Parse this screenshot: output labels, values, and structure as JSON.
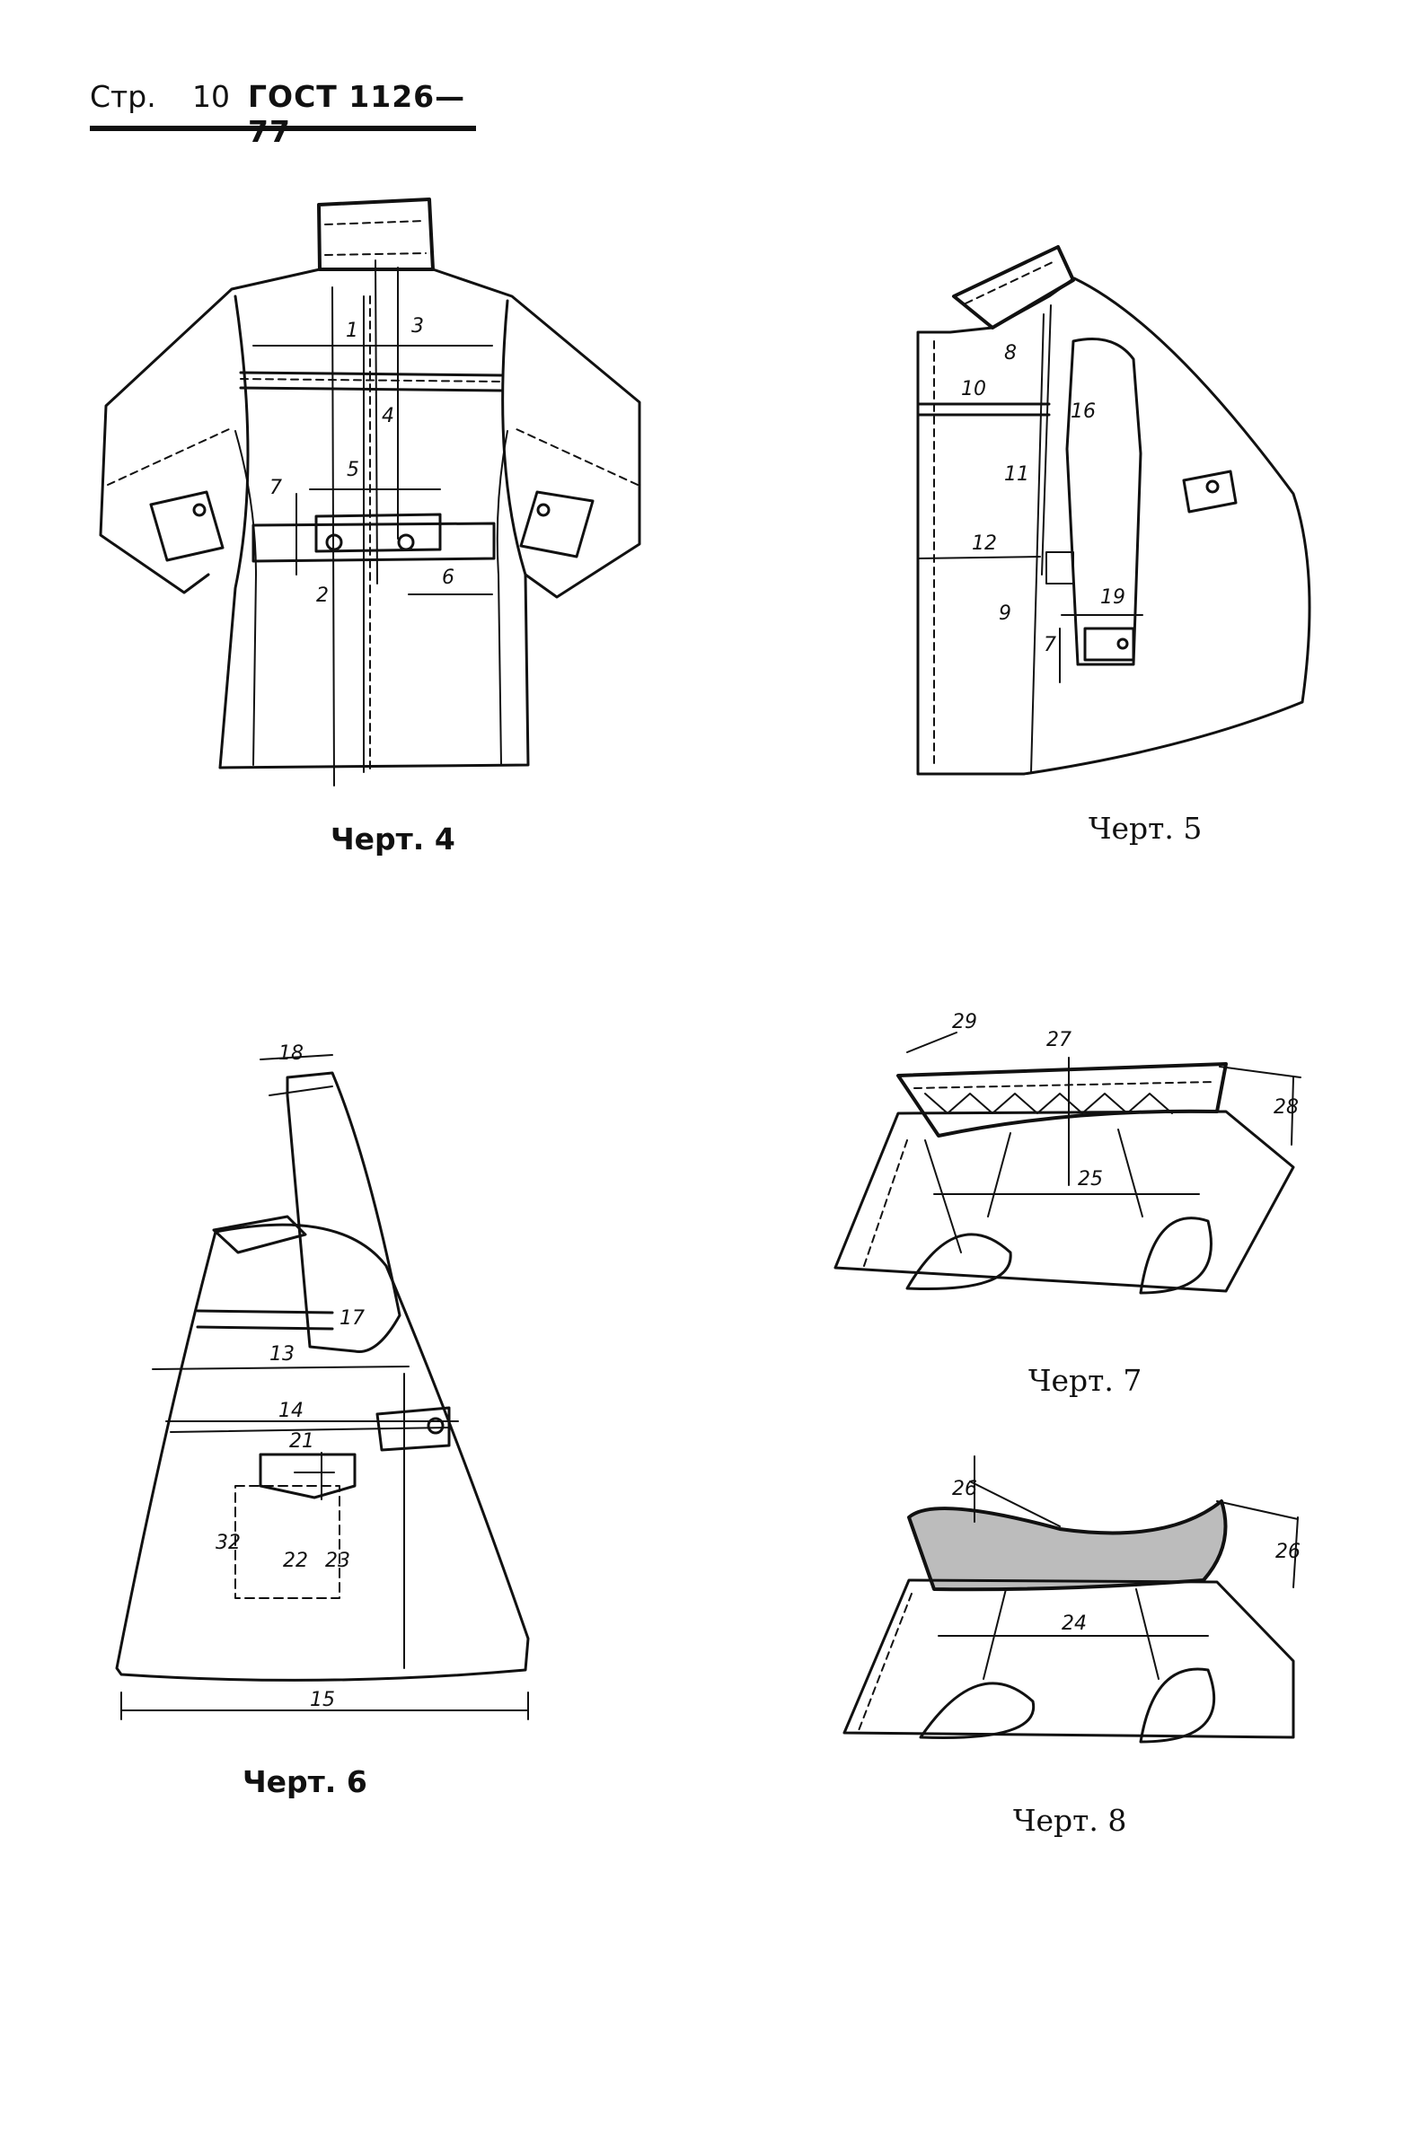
{
  "header": {
    "page_label": "Стр.",
    "page_number": "10",
    "standard": "ГОСТ 1126—77"
  },
  "figures": [
    {
      "caption": "Черт. 4",
      "labels": [
        "1",
        "2",
        "3",
        "4",
        "5",
        "6",
        "7"
      ]
    },
    {
      "caption": "Черт. 5",
      "labels": [
        "7",
        "8",
        "9",
        "10",
        "11",
        "12",
        "16",
        "19"
      ]
    },
    {
      "caption": "Черт. 6",
      "labels": [
        "13",
        "14",
        "15",
        "17",
        "18",
        "21",
        "22",
        "23",
        "32"
      ]
    },
    {
      "caption": "Черт. 7",
      "labels": [
        "25",
        "27",
        "28",
        "29"
      ]
    },
    {
      "caption": "Черт. 8",
      "labels": [
        "24",
        "26",
        "26"
      ]
    }
  ]
}
